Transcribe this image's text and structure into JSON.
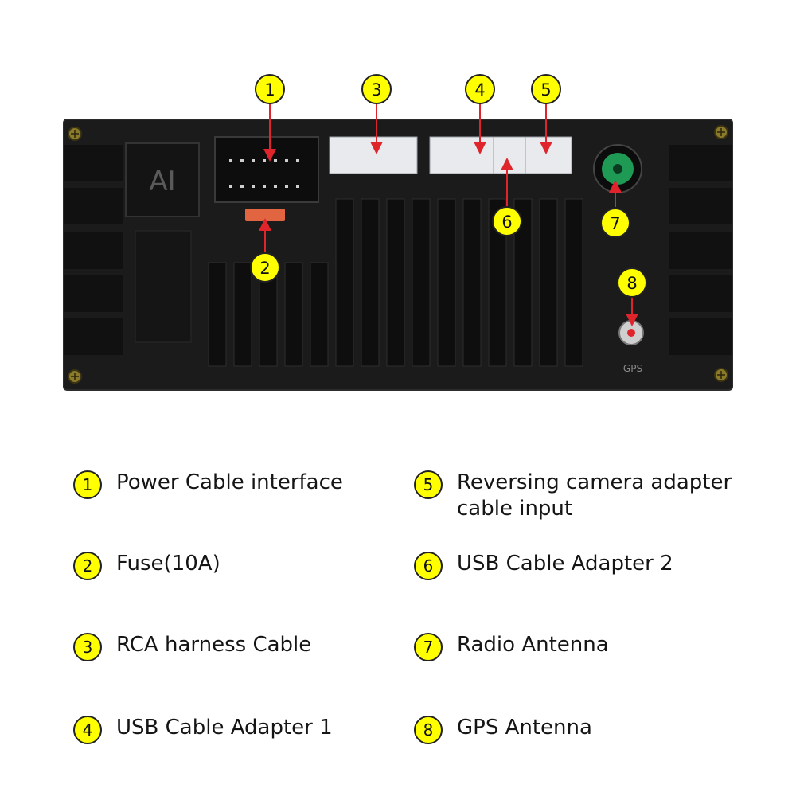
{
  "diagram": {
    "unit_logo": "AI",
    "gps_label": "GPS",
    "callouts": [
      "1",
      "2",
      "3",
      "4",
      "5",
      "6",
      "7",
      "8"
    ]
  },
  "legend": {
    "items": [
      {
        "number": "1",
        "lines": [
          "Power Cable interface"
        ]
      },
      {
        "number": "2",
        "lines": [
          "Fuse(10A)"
        ]
      },
      {
        "number": "3",
        "lines": [
          "RCA harness Cable"
        ]
      },
      {
        "number": "4",
        "lines": [
          "USB Cable Adapter 1"
        ]
      },
      {
        "number": "5",
        "lines": [
          "Reversing camera adapter",
          "cable input"
        ]
      },
      {
        "number": "6",
        "lines": [
          "USB Cable Adapter 2"
        ]
      },
      {
        "number": "7",
        "lines": [
          "Radio Antenna"
        ]
      },
      {
        "number": "8",
        "lines": [
          "GPS Antenna"
        ]
      }
    ]
  },
  "colors": {
    "badge": "#ffff00",
    "arrow": "#e0242b",
    "housing": "#1b1b1b",
    "connector": "#e8eaed",
    "radio_port": "#1f9a55"
  }
}
